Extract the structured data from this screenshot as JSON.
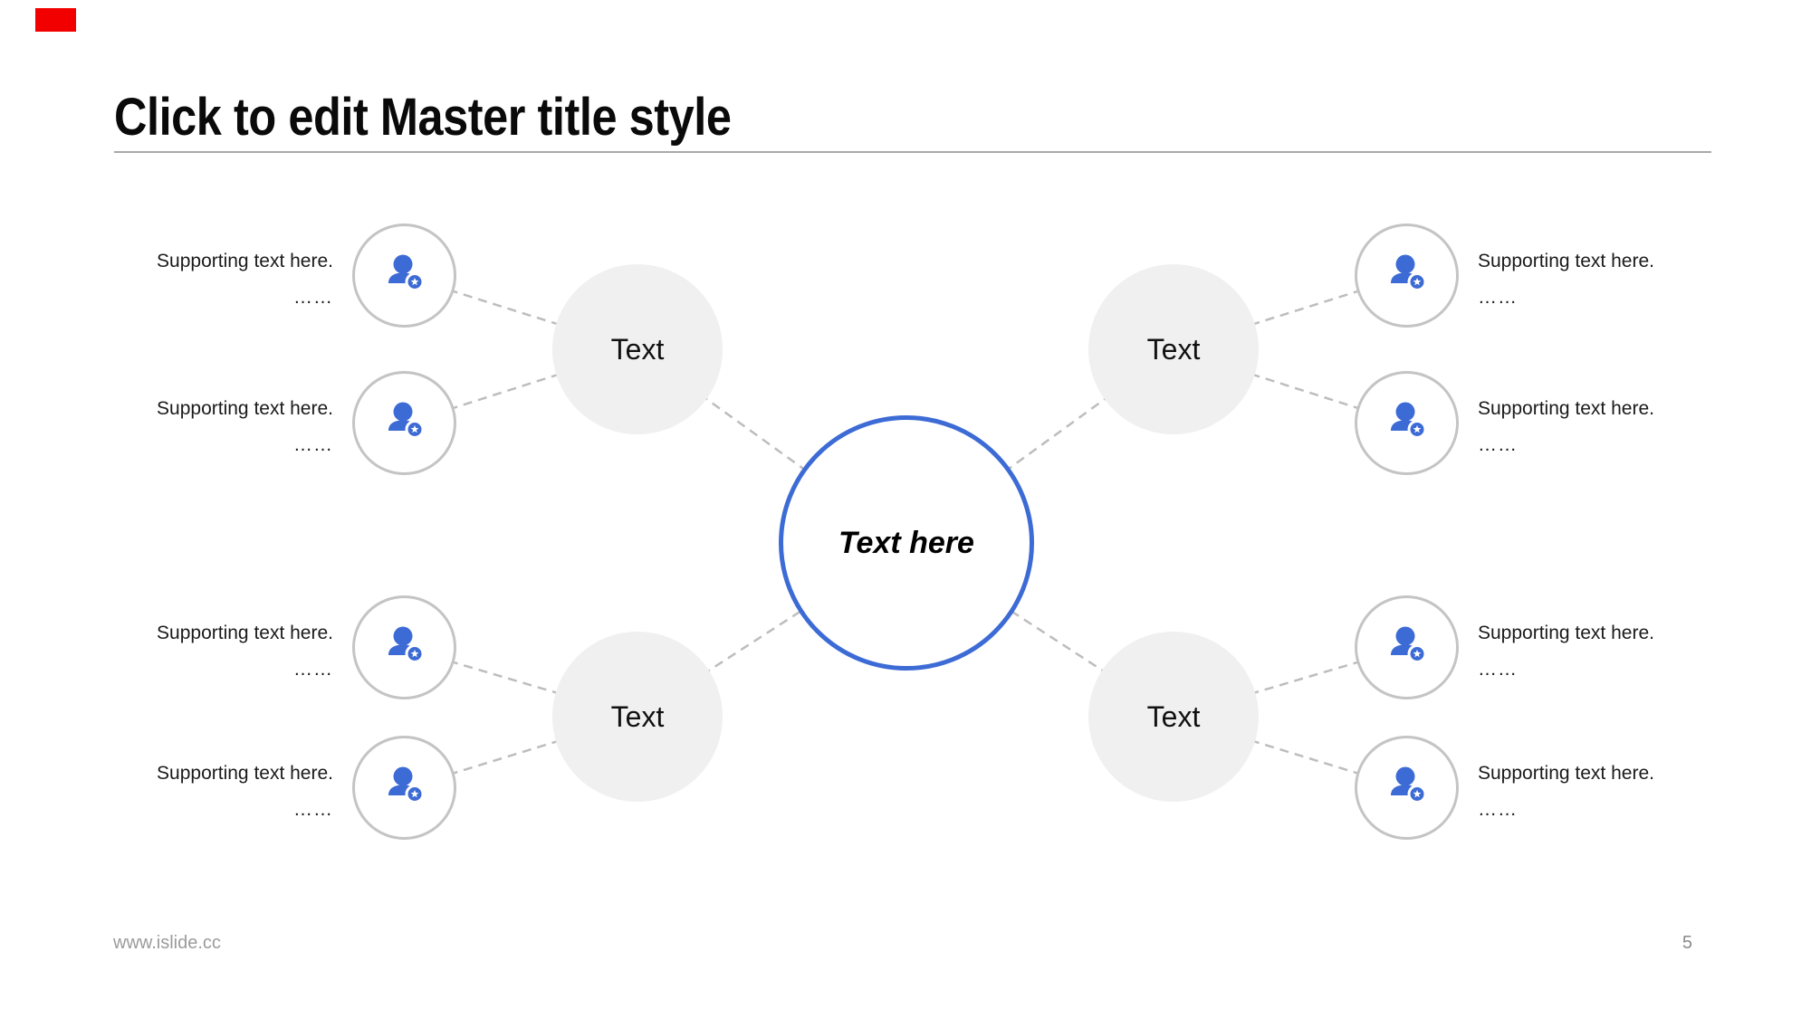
{
  "title": "Click to edit Master title style",
  "center_circle": {
    "label": "Text here"
  },
  "groups": [
    {
      "label": "Text"
    },
    {
      "label": "Text"
    },
    {
      "label": "Text"
    },
    {
      "label": "Text"
    }
  ],
  "supporting": [
    {
      "line1": "Supporting text here.",
      "line2": "……"
    },
    {
      "line1": "Supporting text here.",
      "line2": "……"
    },
    {
      "line1": "Supporting text here.",
      "line2": "……"
    },
    {
      "line1": "Supporting text here.",
      "line2": "……"
    },
    {
      "line1": "Supporting text here.",
      "line2": "……"
    },
    {
      "line1": "Supporting text here.",
      "line2": "……"
    },
    {
      "line1": "Supporting text here.",
      "line2": "……"
    },
    {
      "line1": "Supporting text here.",
      "line2": "……"
    }
  ],
  "footer": {
    "website": "www.islide.cc",
    "page_number": "5"
  },
  "colors": {
    "brand_red": "#f20000",
    "accent_blue": "#3d6bd5",
    "group_fill": "#f0f0f0",
    "connector_gray": "#bdbdbd"
  },
  "icons": {
    "member": "person-with-star-badge"
  }
}
